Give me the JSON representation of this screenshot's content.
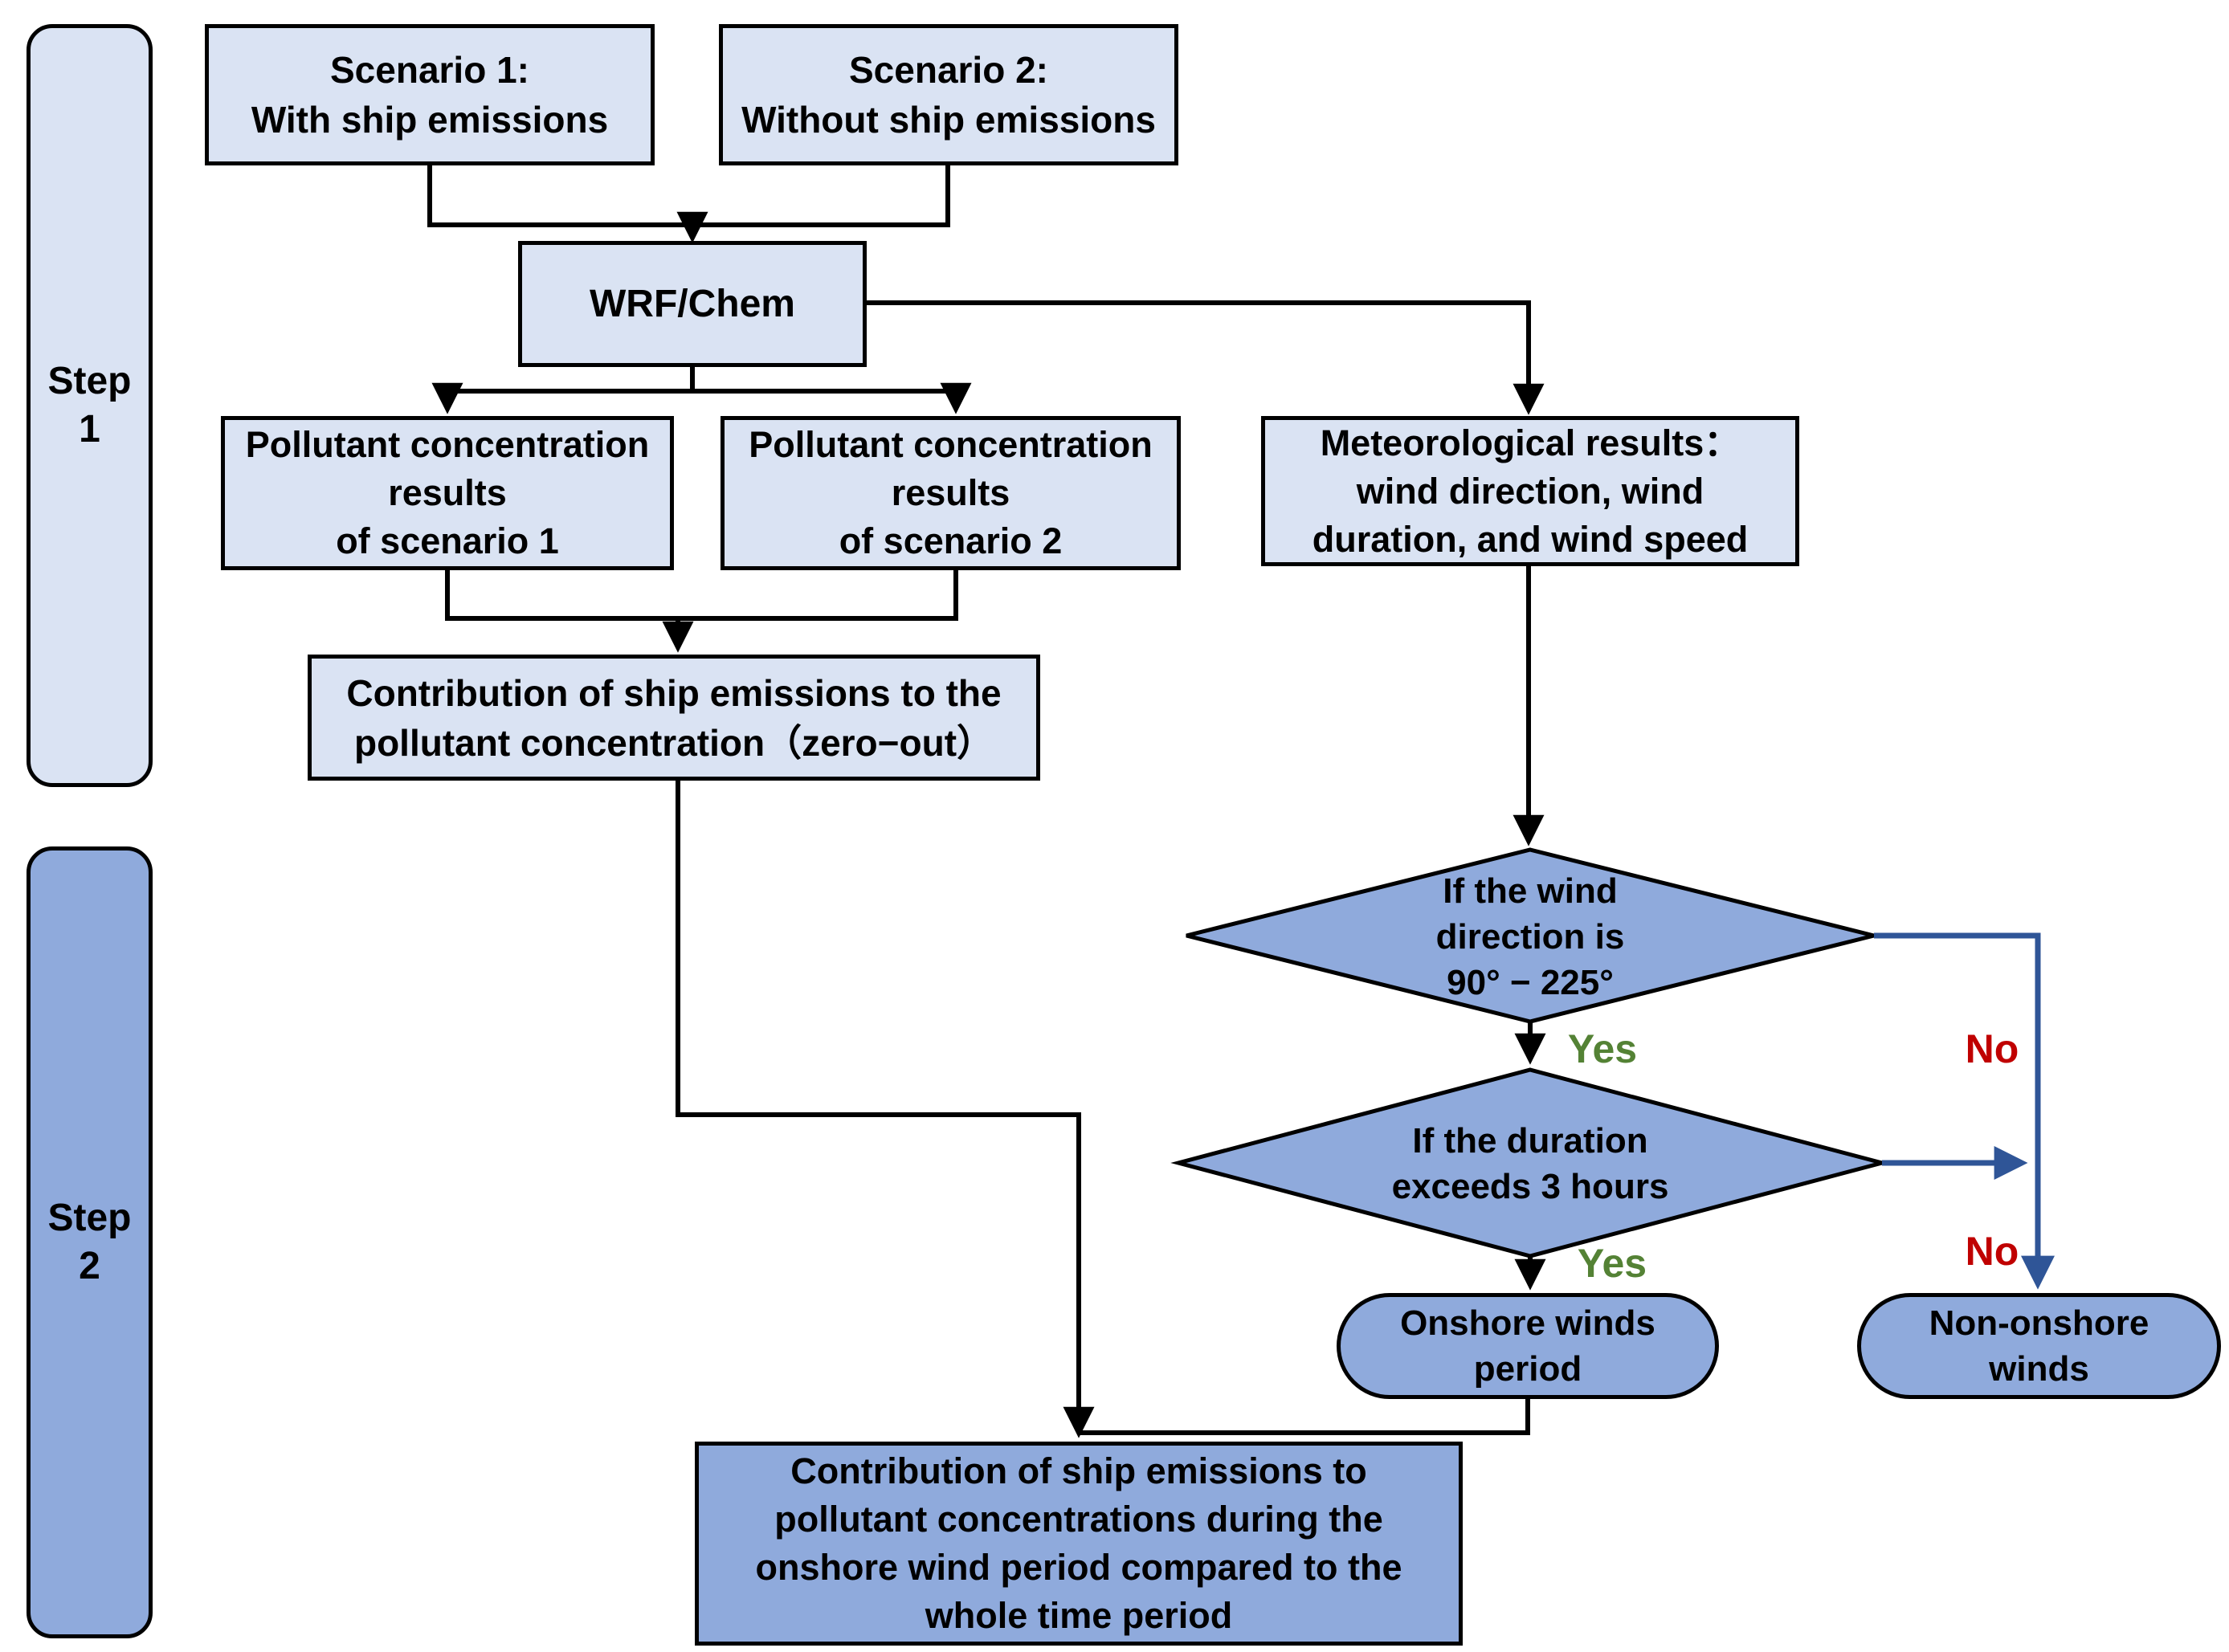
{
  "colors": {
    "light_box_fill": "#dae3f3",
    "dark_shape_fill": "#8faadc",
    "line_black": "#000000",
    "line_blue": "#2f5597",
    "yes_green": "#548235",
    "no_red": "#c00000"
  },
  "steps": {
    "step1": {
      "lines": [
        "Step",
        "1"
      ]
    },
    "step2": {
      "lines": [
        "Step",
        "2"
      ]
    }
  },
  "boxes": {
    "scenario1": {
      "lines": [
        "Scenario 1:",
        "With ship emissions"
      ]
    },
    "scenario2": {
      "lines": [
        "Scenario 2:",
        "Without ship emissions"
      ]
    },
    "wrfchem": {
      "lines": [
        "WRF/Chem"
      ]
    },
    "pollutant1": {
      "lines": [
        "Pollutant concentration",
        "results",
        "of scenario 1"
      ]
    },
    "pollutant2": {
      "lines": [
        "Pollutant concentration",
        "results",
        "of scenario 2"
      ]
    },
    "meteorological": {
      "lines": [
        "Meteorological results：",
        "wind direction, wind",
        "duration, and wind speed"
      ]
    },
    "zero_out": {
      "lines": [
        "Contribution of ship emissions to the",
        "pollutant concentration（zero−out）"
      ]
    },
    "final": {
      "lines": [
        "Contribution of ship emissions to",
        "pollutant concentrations during the",
        "onshore wind period compared to the",
        "whole time period"
      ]
    }
  },
  "decisions": {
    "wind_direction": {
      "lines": [
        "If the wind",
        "direction is",
        "90° − 225°"
      ]
    },
    "duration": {
      "lines": [
        "If the duration",
        "exceeds 3 hours"
      ]
    }
  },
  "terminals": {
    "onshore": {
      "lines": [
        "Onshore winds",
        "period"
      ]
    },
    "non_onshore": {
      "lines": [
        "Non-onshore",
        "winds"
      ]
    }
  },
  "branch_labels": {
    "wind_direction_yes": "Yes",
    "wind_direction_no": "No",
    "duration_yes": "Yes",
    "duration_no": "No"
  }
}
